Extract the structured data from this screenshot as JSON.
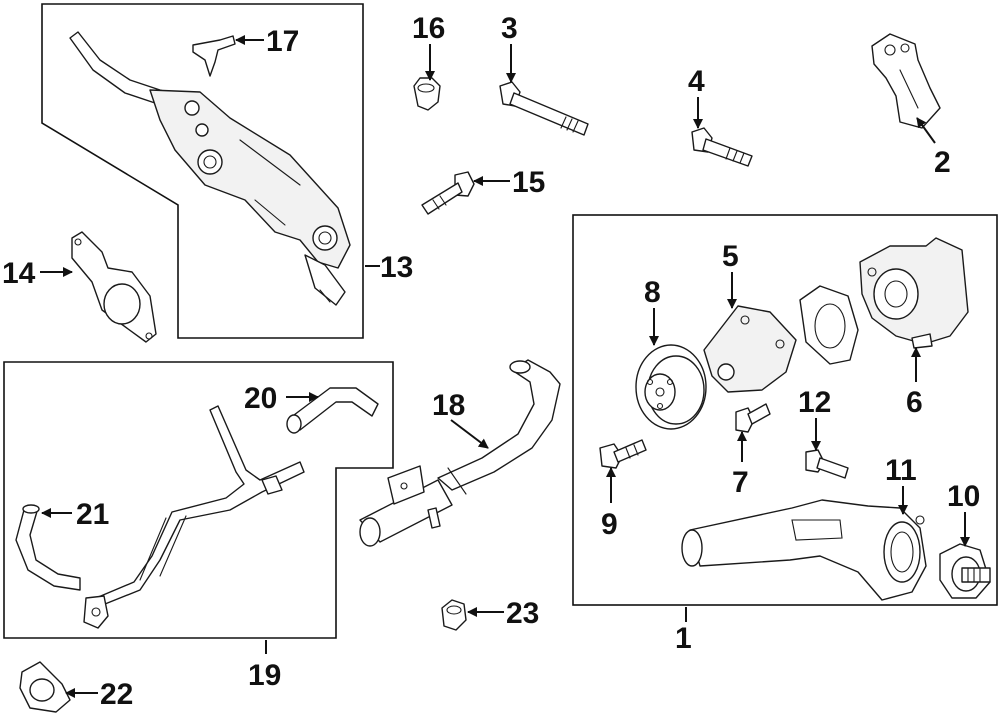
{
  "callouts": {
    "c1": "1",
    "c2": "2",
    "c3": "3",
    "c4": "4",
    "c5": "5",
    "c6": "6",
    "c7": "7",
    "c8": "8",
    "c9": "9",
    "c10": "10",
    "c11": "11",
    "c12": "12",
    "c13": "13",
    "c14": "14",
    "c15": "15",
    "c16": "16",
    "c17": "17",
    "c18": "18",
    "c19": "19",
    "c20": "20",
    "c21": "21",
    "c22": "22",
    "c23": "23"
  },
  "colors": {
    "line": "#1a1a1a",
    "background": "#ffffff"
  }
}
